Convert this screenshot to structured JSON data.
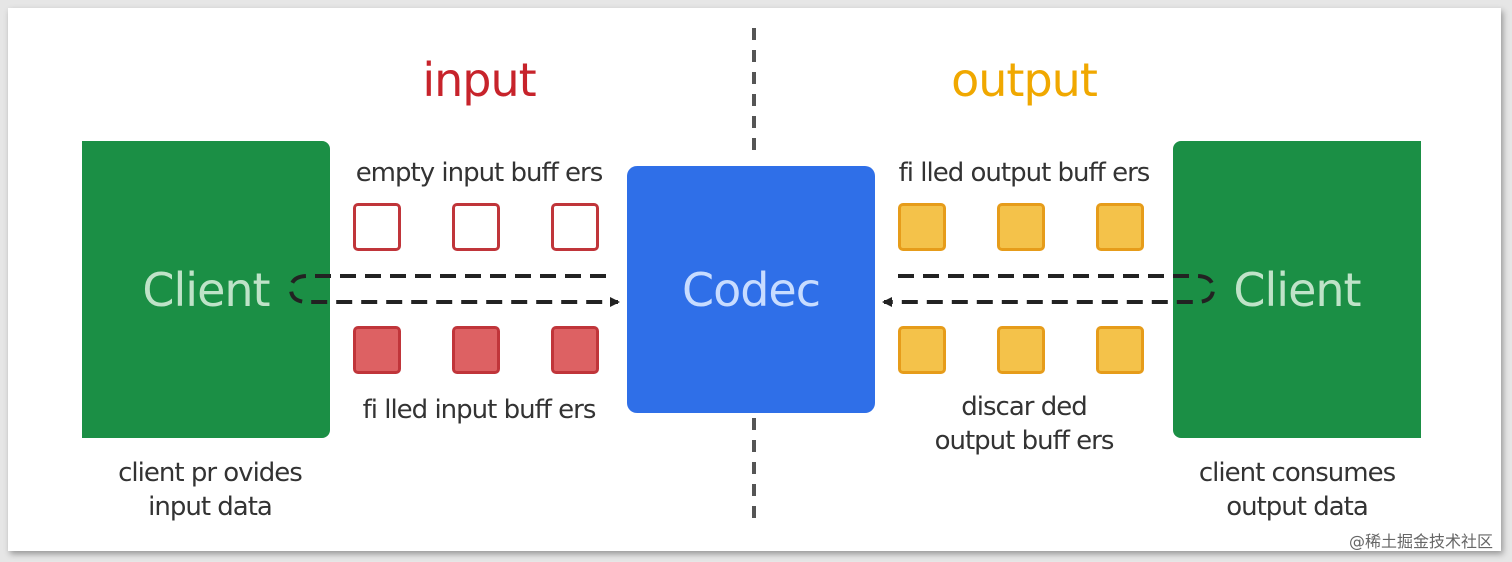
{
  "titles": {
    "input": "input",
    "output": "output",
    "input_color": "#c7232b",
    "output_color": "#f0a800"
  },
  "left_client": {
    "label": "Client",
    "caption_line1": "client pr ovides",
    "caption_line2": "input data"
  },
  "right_client": {
    "label": "Client",
    "caption_line1": "client consumes",
    "caption_line2": "output data"
  },
  "codec": {
    "label": "Codec"
  },
  "input_side": {
    "empty_label": "empty input buff ers",
    "filled_label": "fi lled input buff ers",
    "empty_buffers": 3,
    "filled_buffers": 3
  },
  "output_side": {
    "filled_label": "fi lled output buff ers",
    "discarded_label_line1": "discar ded",
    "discarded_label_line2": "output buff ers",
    "filled_buffers": 3,
    "discarded_buffers": 3
  },
  "watermark": "@稀土掘金技术社区"
}
